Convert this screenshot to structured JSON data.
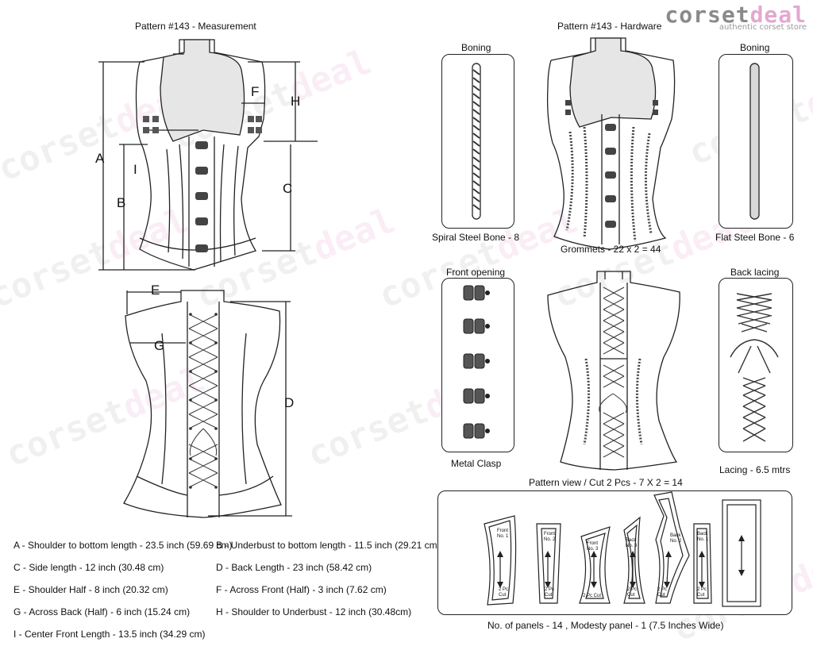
{
  "logo": {
    "word1": "corset",
    "word2": "deal",
    "tagline": "authentic corset store"
  },
  "watermark": {
    "word1": "corset",
    "word2": "deal"
  },
  "measurement": {
    "title": "Pattern #143  -  Measurement",
    "letters": {
      "A": "A",
      "B": "B",
      "C": "C",
      "D": "D",
      "E": "E",
      "F": "F",
      "G": "G",
      "H": "H",
      "I": "I"
    },
    "list": [
      "A - Shoulder to bottom  length - 23.5 inch (59.69 cm)",
      "B - Underbust  to bottom  length - 11.5 inch (29.21 cm)",
      "C - Side length - 12 inch (30.48 cm)",
      "D - Back Length - 23 inch (58.42 cm)",
      "E - Shoulder Half  - 8 inch (20.32 cm)",
      "F - Across Front (Half) - 3 inch (7.62 cm)",
      "G - Across Back (Half) - 6 inch (15.24 cm)",
      "H - Shoulder to Underbust - 12 inch (30.48cm)",
      "I - Center Front Length - 13.5 inch (34.29 cm)"
    ]
  },
  "hardware": {
    "title": "Pattern #143 -  Hardware",
    "boning_left_title": "Boning",
    "boning_left_caption": "Spiral Steel Bone - 8",
    "boning_right_title": "Boning",
    "boning_right_caption": "Flat Steel Bone - 6",
    "grommets": "Grommets - 22 x 2 = 44",
    "front_opening_title": "Front opening",
    "front_opening_caption": "Metal Clasp",
    "back_lacing_title": "Back lacing",
    "back_lacing_caption": "Lacing - 6.5 mtrs"
  },
  "pattern_view": {
    "title": "Pattern view  /  Cut 2 Pcs - 7 X 2 = 14",
    "caption": "No. of panels - 14  , Modesty panel - 1 (7.5 Inches Wide)",
    "pieces": [
      {
        "name": "Front No. 1",
        "l1": "Front",
        "l2": "No. 1",
        "cut": "2 Pc Cut"
      },
      {
        "name": "Front No. 2",
        "l1": "Front",
        "l2": "No. 2",
        "cut": "2 Pc Cut"
      },
      {
        "name": "Front No. 3",
        "l1": "Front",
        "l2": "No. 3",
        "cut": "2 Pc Cut"
      },
      {
        "name": "Back No. 3",
        "l1": "Back",
        "l2": "No. 3",
        "cut": "2 Pc Cut"
      },
      {
        "name": "Back No. 2",
        "l1": "Back",
        "l2": "No. 2",
        "cut": "2 Pc Cut"
      },
      {
        "name": "Back No. 1",
        "l1": "Back",
        "l2": "No. 1",
        "cut": "2 Pc Cut"
      }
    ]
  }
}
